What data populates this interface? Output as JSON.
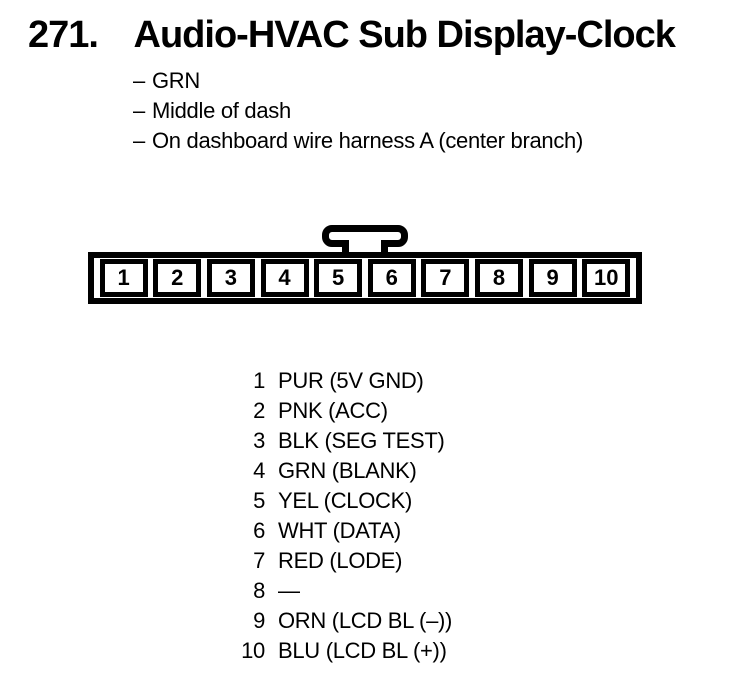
{
  "heading": {
    "number": "271.",
    "title": "Audio-HVAC Sub Display-Clock"
  },
  "notes": {
    "dash": "–",
    "items": [
      "GRN",
      "Middle of dash",
      "On dashboard wire harness A (center branch)"
    ]
  },
  "connector": {
    "pins": [
      "1",
      "2",
      "3",
      "4",
      "5",
      "6",
      "7",
      "8",
      "9",
      "10"
    ]
  },
  "pinout": [
    {
      "pin": "1",
      "label": "PUR (5V GND)"
    },
    {
      "pin": "2",
      "label": "PNK (ACC)"
    },
    {
      "pin": "3",
      "label": "BLK (SEG TEST)"
    },
    {
      "pin": "4",
      "label": "GRN (BLANK)"
    },
    {
      "pin": "5",
      "label": "YEL (CLOCK)"
    },
    {
      "pin": "6",
      "label": "WHT (DATA)"
    },
    {
      "pin": "7",
      "label": "RED (LODE)"
    },
    {
      "pin": "8",
      "label": "—"
    },
    {
      "pin": "9",
      "label": "ORN (LCD BL (–))"
    },
    {
      "pin": "10",
      "label": "BLU (LCD BL (+))"
    }
  ],
  "colors": {
    "ink": "#000000",
    "paper": "#ffffff"
  }
}
